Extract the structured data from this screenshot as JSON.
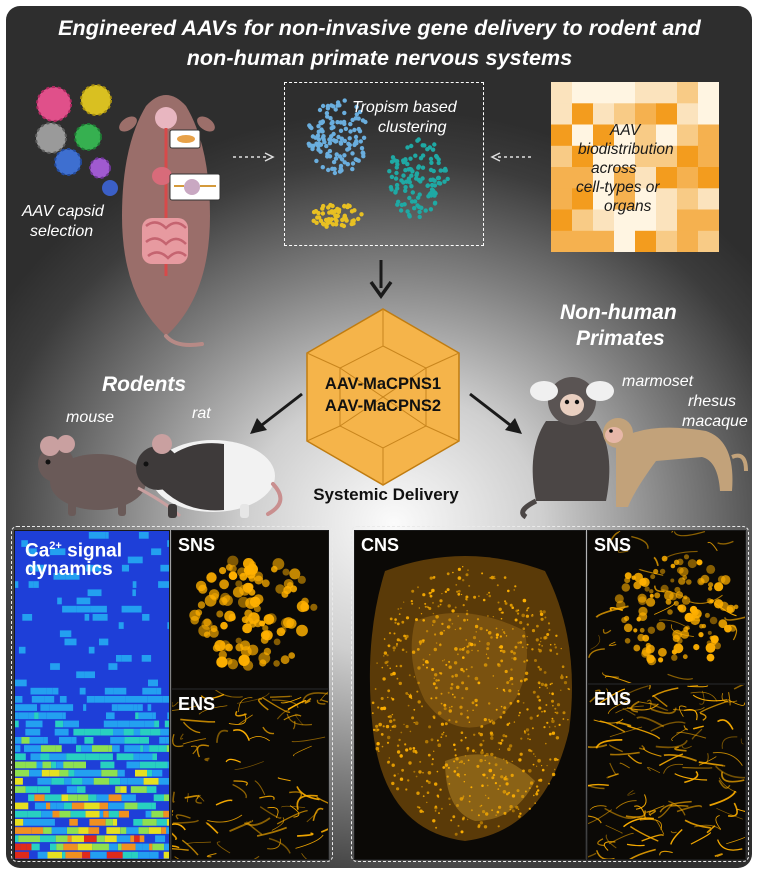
{
  "title": {
    "line1": "Engineered AAVs for non-invasive gene delivery to rodent and",
    "line2": "non-human primate nervous systems"
  },
  "capsid": {
    "line1": "AAV capsid",
    "line2": "selection"
  },
  "cluster": {
    "line1": "Tropism based",
    "line2": "clustering"
  },
  "biodist": {
    "l1": "AAV",
    "l2": "biodistribution",
    "l3": "across",
    "l4": "cell-types or",
    "l5": "organs"
  },
  "center": {
    "cap1": "AAV-MaCPNS1",
    "cap2": "AAV-MaCPNS2",
    "delivery": "Systemic Delivery"
  },
  "rodents": {
    "heading": "Rodents",
    "mouse": "mouse",
    "rat": "rat"
  },
  "primates": {
    "heading_l1": "Non-human",
    "heading_l2": "Primates",
    "marmoset": "marmoset",
    "rhesus_l1": "rhesus",
    "rhesus_l2": "macaque"
  },
  "panels": {
    "ca_l1": "Ca",
    "ca_sup": "2+",
    "ca_rest": " signal",
    "ca_l2": "dynamics",
    "rodent_sns": "SNS",
    "rodent_ens": "ENS",
    "primate_cns": "CNS",
    "primate_sns": "SNS",
    "primate_ens": "ENS"
  },
  "colors": {
    "hexagon": "#f5b44a",
    "heatmap_low": "#fbe9c8",
    "heatmap_high": "#f39c1e",
    "fluorescence": "#ffb000",
    "cluster_blue": "#6aaede",
    "cluster_teal": "#1fa9a4",
    "cluster_yellow": "#e8c022"
  }
}
